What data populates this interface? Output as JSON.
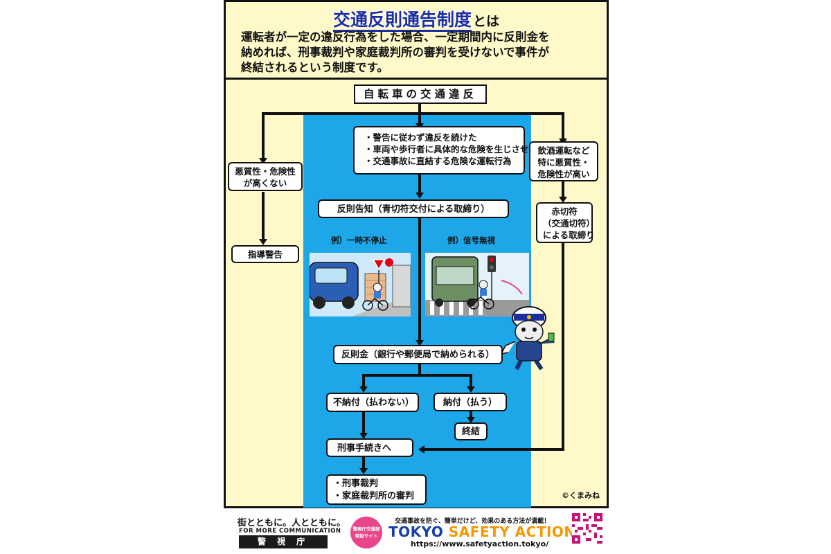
{
  "header": {
    "title_main": "交通反則通告制度",
    "title_suffix": "とは",
    "description_lines": [
      "運転者が一定の違反行為をした場合、一定期間内に反則金を",
      "納めれば、刑事裁判や家庭裁判所の審判を受けないで事件が",
      "終結されるという制度です。"
    ]
  },
  "flow": {
    "top": "自転車の交通違反",
    "left_condition": [
      "悪質性・危険性",
      "が高くない"
    ],
    "left_result": "指導警告",
    "middle_conditions": [
      "・警告に従わず違反を続けた",
      "・車両や歩行者に具体的な危険を生じさせた",
      "・交通事故に直結する危険な運転行為"
    ],
    "notice": "反則告知（青切符交付による取締り）",
    "example_1": "例）一時不停止",
    "example_2": "例）信号無視",
    "fine": "反則金（銀行や郵便局で納められる）",
    "unpaid": "不納付（払わない）",
    "paid": "納付（払う）",
    "concluded": "終結",
    "criminal_procedure": "刑事手続きへ",
    "final_outcomes": [
      "・刑事裁判",
      "・家庭裁判所の審判"
    ],
    "right_condition": [
      "飲酒運転など",
      "特に悪質性・",
      "危険性が高い"
    ],
    "right_result": [
      "赤切符",
      "（交通切符）",
      "による取締り"
    ]
  },
  "credit": "©くまみね",
  "footer": {
    "slogan": "街とともに。人とともに。",
    "communication": "FOR MORE COMMUNICATION",
    "agency": "警 視 庁",
    "badge_lines": [
      "警視庁交通部",
      "特設サイト"
    ],
    "tagline": "交通事故を防ぐ、簡単だけど、効果のある方法が満載！",
    "brand_part1": "TOKYO ",
    "brand_part2": "SAFETY ACTION",
    "url": "https://www.safetyaction.tokyo/"
  },
  "colors": {
    "band": "#1ea7e8",
    "background": "#fff9c9",
    "title": "#1c2f9e",
    "brand_blue": "#1a3ea8",
    "brand_orange": "#f39800",
    "badge": "#e8458b"
  },
  "icons": [
    "stop-sign-icon",
    "traffic-signal-icon",
    "qr-code-icon",
    "police-mascot-icon",
    "car-icon",
    "truck-icon",
    "bicycle-icon"
  ]
}
